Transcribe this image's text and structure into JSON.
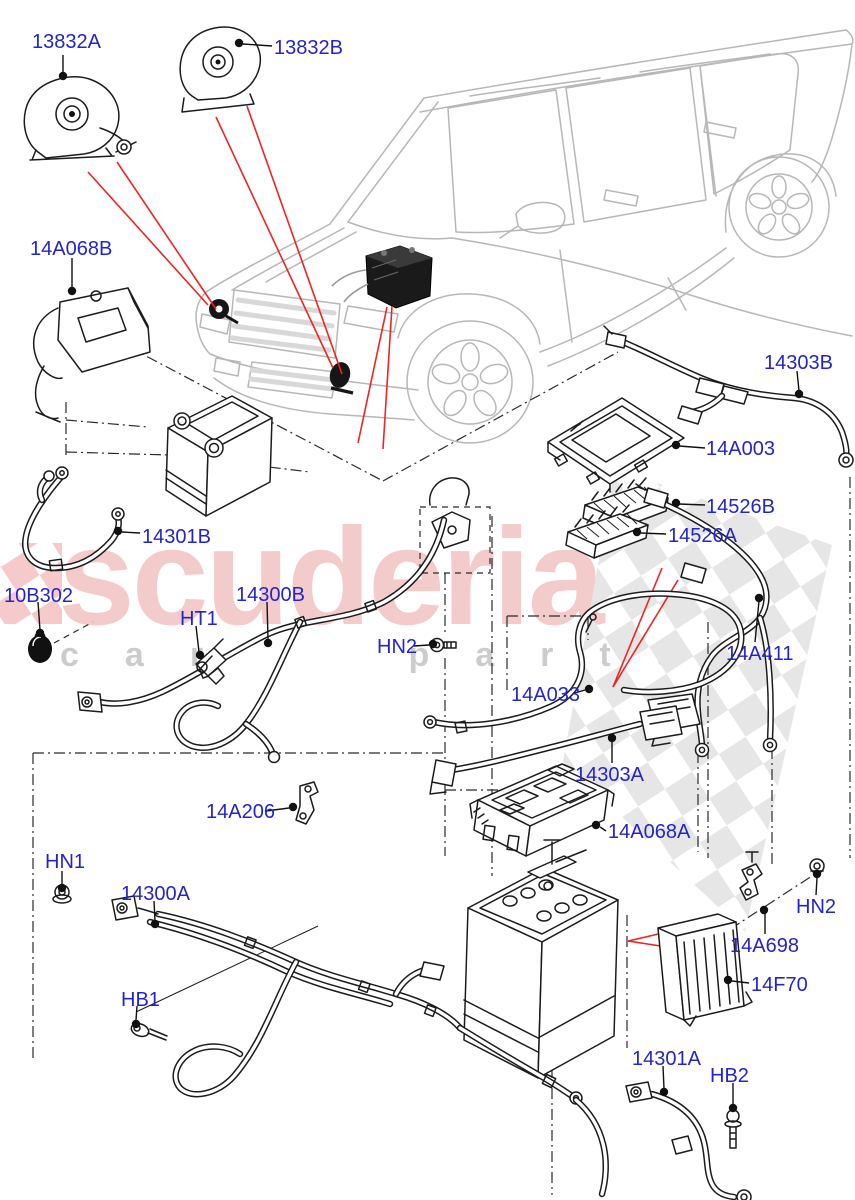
{
  "watermark": {
    "brand": "scuderia",
    "tagline": "car parts",
    "brand_color": "rgba(214,62,62,0.27)",
    "tagline_color": "rgba(0,0,0,0.20)"
  },
  "colors": {
    "label_blue": "#2424cf",
    "leader_red": "#ee2424",
    "line_black": "#1c1c1c",
    "car_gray": "#b7b7b7",
    "checker_gray": "#e6e6e6",
    "checker_pink": "#f6caca"
  },
  "labels": [
    {
      "id": "13832A",
      "text": "13832A"
    },
    {
      "id": "13832B",
      "text": "13832B"
    },
    {
      "id": "14A068B",
      "text": "14A068B"
    },
    {
      "id": "14303B",
      "text": "14303B"
    },
    {
      "id": "14A003",
      "text": "14A003"
    },
    {
      "id": "14526B",
      "text": "14526B"
    },
    {
      "id": "14526A",
      "text": "14526A"
    },
    {
      "id": "14301B",
      "text": "14301B"
    },
    {
      "id": "10B302",
      "text": "10B302"
    },
    {
      "id": "14300B",
      "text": "14300B"
    },
    {
      "id": "HT1",
      "text": "HT1"
    },
    {
      "id": "HN2-mid",
      "text": "HN2"
    },
    {
      "id": "14A411",
      "text": "14A411"
    },
    {
      "id": "14A033",
      "text": "14A033"
    },
    {
      "id": "14303A",
      "text": "14303A"
    },
    {
      "id": "14A206",
      "text": "14A206"
    },
    {
      "id": "14A068A",
      "text": "14A068A"
    },
    {
      "id": "HN1",
      "text": "HN1"
    },
    {
      "id": "14300A",
      "text": "14300A"
    },
    {
      "id": "HN2-rt",
      "text": "HN2"
    },
    {
      "id": "14A698",
      "text": "14A698"
    },
    {
      "id": "14F70",
      "text": "14F70"
    },
    {
      "id": "HB1",
      "text": "HB1"
    },
    {
      "id": "14301A",
      "text": "14301A"
    },
    {
      "id": "HB2",
      "text": "HB2"
    }
  ]
}
